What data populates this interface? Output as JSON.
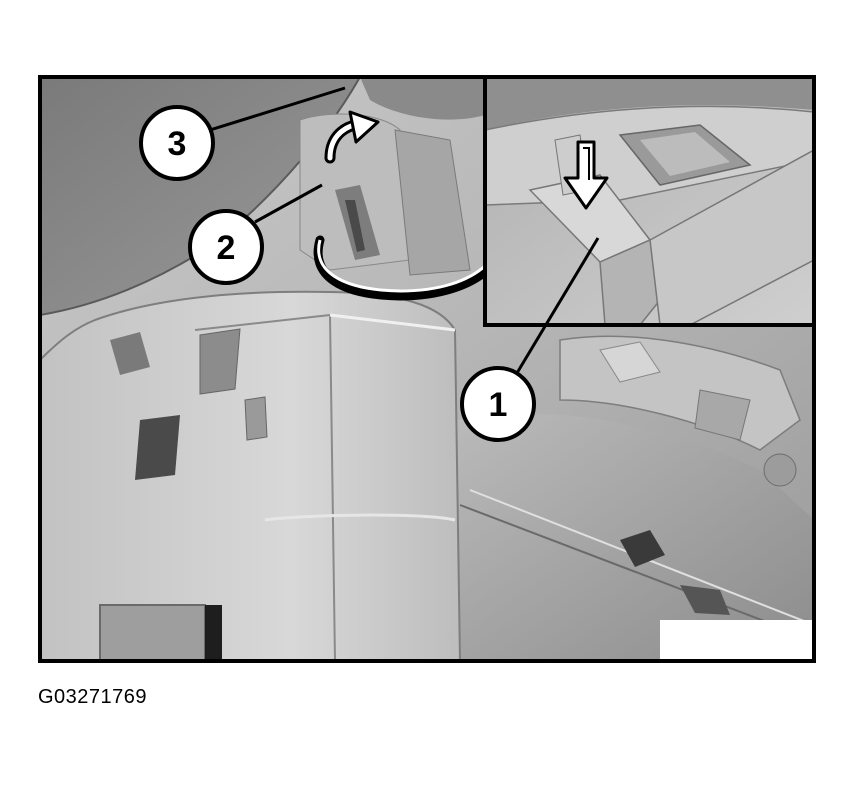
{
  "figure": {
    "code": "G03271769",
    "callouts": [
      {
        "number": "1"
      },
      {
        "number": "2"
      },
      {
        "number": "3"
      }
    ]
  }
}
